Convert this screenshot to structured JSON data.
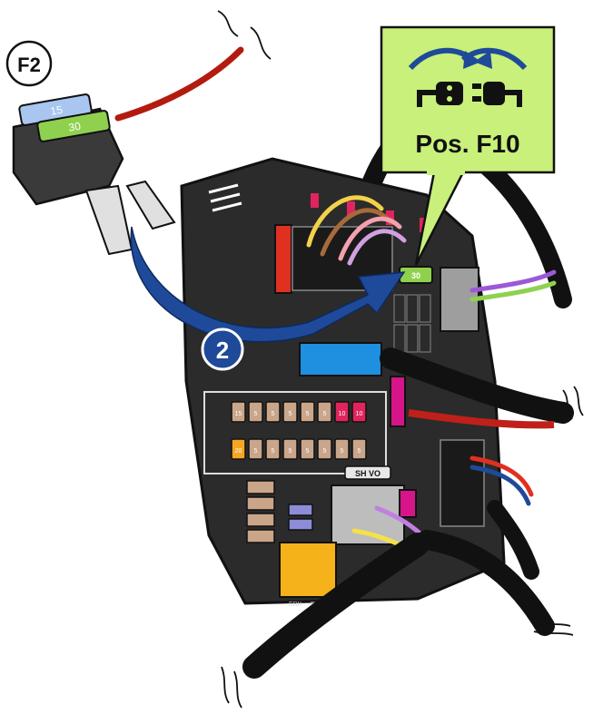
{
  "step_badge": {
    "label": "F2"
  },
  "adapter": {
    "fuse_top": "15",
    "fuse_bottom": "30"
  },
  "callout": {
    "title": "Pos. F10",
    "background": "#c8f07a",
    "icon": "plug-connect-icon"
  },
  "step_number": {
    "label": "2",
    "color": "#1f4a9a"
  },
  "arrow": {
    "color": "#1f4a9a"
  },
  "fuse_box": {
    "body_color": "#2b2b2b",
    "target_fuse_label": "30",
    "strip_label": "SH VO",
    "relay_labels": [
      "ERK",
      "RELLOR"
    ],
    "fuse_row_1": [
      {
        "label": "15",
        "color": "#c9a58a"
      },
      {
        "label": "5",
        "color": "#c9a58a"
      },
      {
        "label": "5",
        "color": "#c9a58a"
      },
      {
        "label": "5",
        "color": "#c9a58a"
      },
      {
        "label": "5",
        "color": "#c9a58a"
      },
      {
        "label": "5",
        "color": "#c9a58a"
      },
      {
        "label": "10",
        "color": "#e0245e"
      },
      {
        "label": "10",
        "color": "#e0245e"
      }
    ],
    "fuse_row_2": [
      {
        "label": "20",
        "color": "#f5a623"
      },
      {
        "label": "5",
        "color": "#c9a58a"
      },
      {
        "label": "5",
        "color": "#c9a58a"
      },
      {
        "label": "5",
        "color": "#c9a58a"
      },
      {
        "label": "5",
        "color": "#c9a58a"
      },
      {
        "label": "5",
        "color": "#c9a58a"
      },
      {
        "label": "5",
        "color": "#c9a58a"
      },
      {
        "label": "5",
        "color": "#c9a58a"
      }
    ]
  }
}
